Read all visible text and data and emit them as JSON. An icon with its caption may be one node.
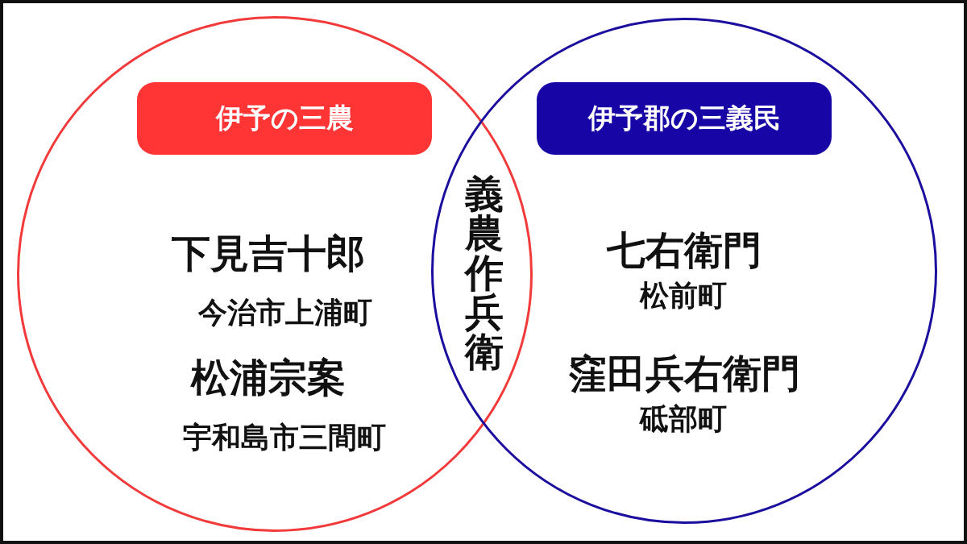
{
  "diagram": {
    "nodes": [
      {
        "text": [
          "下見吉十郎",
          "今治市上浦町",
          "松浦宗案",
          "宇和島市三間町"
        ]
      },
      {
        "text": [
          "伊予の三農"
        ],
        "in": 0
      },
      {
        "text": [
          "七右衛門",
          "松前町",
          "窪田兵右衛門",
          "砥部町"
        ]
      },
      {
        "text": [
          "伊予郡の三義民"
        ],
        "in": 2
      }
    ],
    "edges": [],
    "labels": [
      "義農作兵衛"
    ]
  }
}
